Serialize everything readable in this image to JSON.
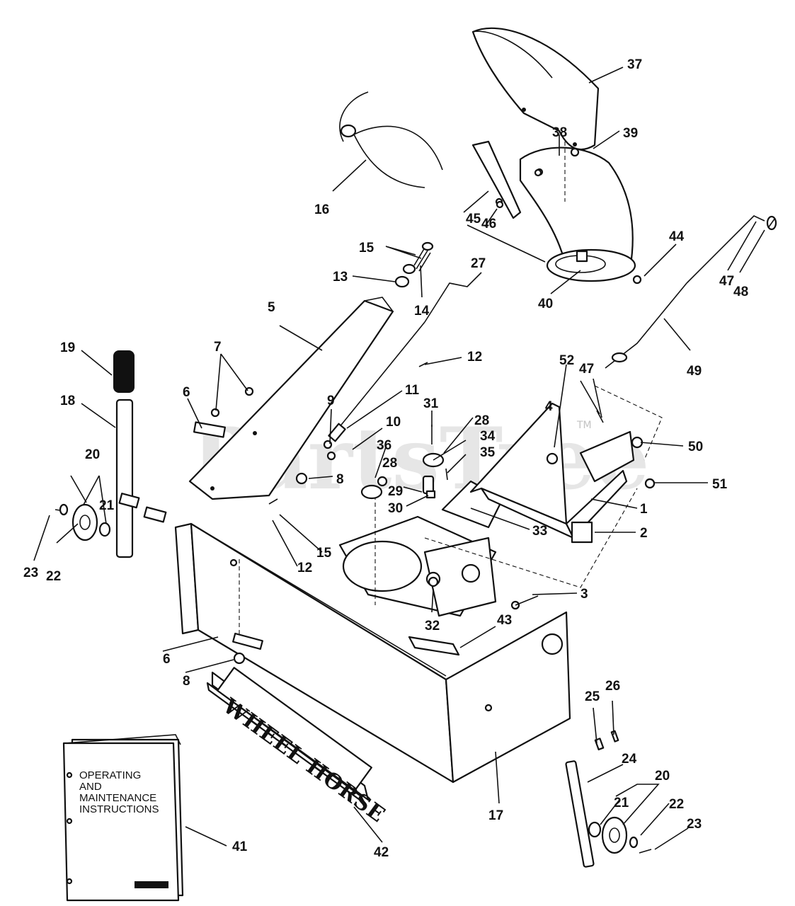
{
  "watermark": {
    "text": "PartsTree",
    "tm": "TM"
  },
  "decal_text": "WHEEL HORSE",
  "manual": {
    "lines": [
      "OPERATING",
      "AND",
      "MAINTENANCE",
      "INSTRUCTIONS"
    ]
  },
  "callouts": {
    "c1": "1",
    "c2": "2",
    "c3": "3",
    "c4": "4",
    "c5": "5",
    "c6a": "6",
    "c6b": "6",
    "c7": "7",
    "c8a": "8",
    "c8b": "8",
    "c9": "9",
    "c10": "10",
    "c11": "11",
    "c12a": "12",
    "c12b": "12",
    "c13": "13",
    "c14": "14",
    "c15a": "15",
    "c15b": "15",
    "c16": "16",
    "c17": "17",
    "c18": "18",
    "c19": "19",
    "c20a": "20",
    "c20b": "20",
    "c21a": "21",
    "c21b": "21",
    "c22a": "22",
    "c22b": "22",
    "c23a": "23",
    "c23b": "23",
    "c24": "24",
    "c25": "25",
    "c26": "26",
    "c27": "27",
    "c28a": "28",
    "c28b": "28",
    "c29": "29",
    "c30": "30",
    "c31": "31",
    "c32": "32",
    "c33": "33",
    "c34": "34",
    "c35": "35",
    "c36": "36",
    "c37": "37",
    "c38": "38",
    "c39": "39",
    "c40": "40",
    "c41": "41",
    "c42": "42",
    "c43": "43",
    "c44": "44",
    "c45": "45",
    "c46": "46",
    "c47a": "47",
    "c47b": "47",
    "c48": "48",
    "c49": "49",
    "c50": "50",
    "c51": "51",
    "c52": "52"
  }
}
